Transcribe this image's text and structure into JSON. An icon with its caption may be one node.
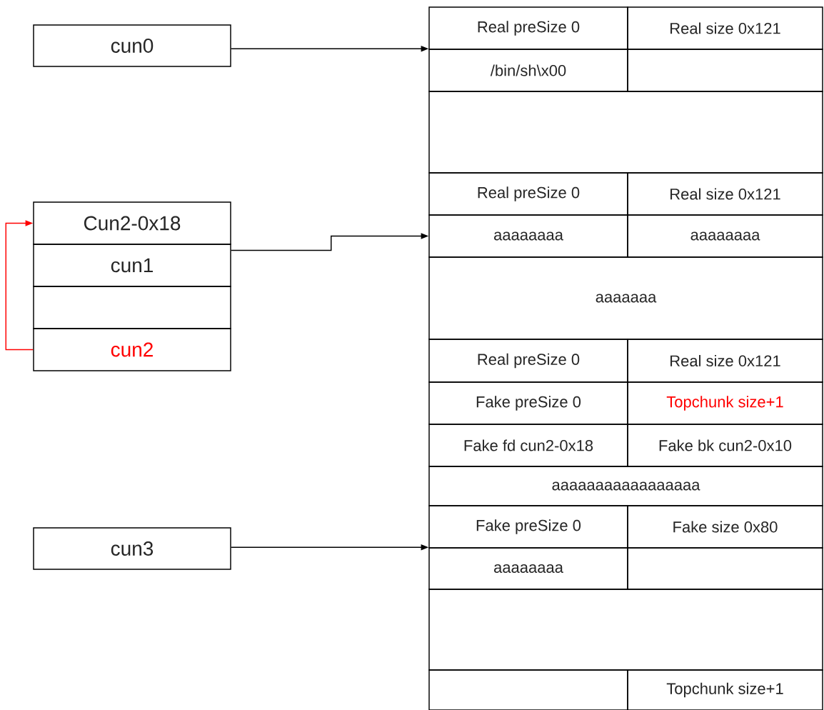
{
  "diagram": {
    "nodes": [
      {
        "text": [
          "cun0"
        ]
      },
      {
        "text": [
          "Cun2-0x18"
        ]
      },
      {
        "text": [
          "cun1"
        ]
      },
      {
        "text": [],
        "shape": "box"
      },
      {
        "text": [
          "cun2"
        ]
      },
      {
        "text": [
          "cun3"
        ]
      },
      {
        "text": [
          "Real preSize 0"
        ]
      },
      {
        "text": [
          "Real size 0x121"
        ]
      },
      {
        "text": [
          "/bin/sh\\x00"
        ]
      },
      {
        "text": [],
        "shape": "box"
      },
      {
        "text": [],
        "shape": "box"
      },
      {
        "text": [
          "Real preSize 0"
        ]
      },
      {
        "text": [
          "Real size 0x121"
        ]
      },
      {
        "text": [
          "aaaaaaaa"
        ]
      },
      {
        "text": [
          "aaaaaaaa"
        ]
      },
      {
        "text": [
          "aaaaaaa"
        ]
      },
      {
        "text": [
          "Real preSize 0"
        ]
      },
      {
        "text": [
          "Real size 0x121"
        ]
      },
      {
        "text": [
          "Fake preSize 0"
        ]
      },
      {
        "text": [
          "Topchunk size+1"
        ]
      },
      {
        "text": [
          "Fake fd cun2-0x18"
        ]
      },
      {
        "text": [
          "Fake bk cun2-0x10"
        ]
      },
      {
        "text": [
          "aaaaaaaaaaaaaaaaa"
        ]
      },
      {
        "text": [
          "Fake preSize 0"
        ]
      },
      {
        "text": [
          "Fake size 0x80"
        ]
      },
      {
        "text": [
          "aaaaaaaa"
        ]
      },
      {
        "text": [],
        "shape": "box"
      },
      {
        "text": [],
        "shape": "box"
      },
      {
        "text": [],
        "shape": "box"
      },
      {
        "text": [
          "Topchunk size+1"
        ]
      }
    ],
    "edges": [
      {
        "from": 0,
        "to": 8,
        "arrow": "to"
      },
      {
        "from": 2,
        "to": 13,
        "arrow": "to"
      },
      {
        "from": 5,
        "to": 25,
        "arrow": "to"
      },
      {
        "from": 4,
        "to": 1,
        "arrow": "to",
        "color": "#ff0000"
      }
    ]
  }
}
